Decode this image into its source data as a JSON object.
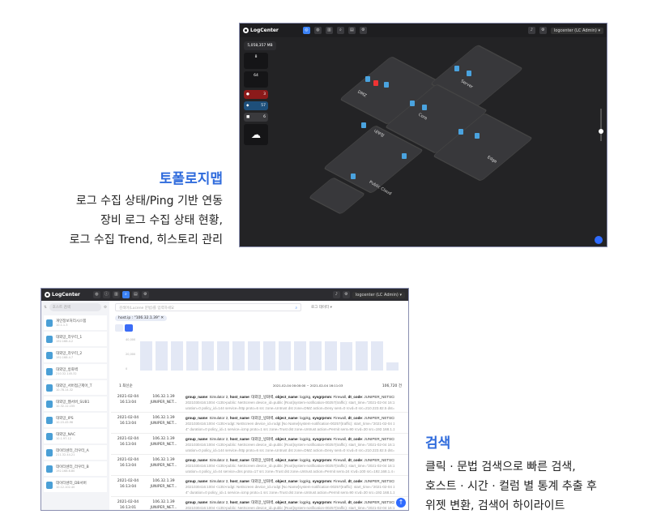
{
  "topology": {
    "title": "토폴로지맵",
    "desc": [
      "로그 수집 상태/Ping 기반 연동",
      "장비 로그 수집 상태 현황,",
      "로그 수집 Trend, 히스토리 관리"
    ],
    "app": {
      "logo": "LogCenter",
      "user": "logcenter (LC Admin)",
      "stat": "5,058,357 MB",
      "card1": "8",
      "card2": "64",
      "red": "3",
      "blue": "57",
      "gray": "6"
    },
    "platforms": [
      "DMZ",
      "Core",
      "내부망",
      "Server",
      "Edge",
      "Public Cloud"
    ]
  },
  "search": {
    "title": "검색",
    "desc": [
      "클릭 · 문법 검색으로 빠른 검색,",
      "호스트 · 시간 · 컬럼 별 통계 추출 후",
      "위젯 변환, 검색어 하이라이트"
    ],
    "app": {
      "logo": "LogCenter",
      "user": "logcenter (LC Admin)",
      "host_search_placeholder": "호스트 검색",
      "search_placeholder": "검색어(Lucene 문법)를 입력하세요",
      "select": "로그 데이터",
      "filter": "host.ip : \"106.32.1.39\"",
      "yticks": [
        "40,000",
        "20,000",
        "0"
      ],
      "bars": [
        0.9,
        0.9,
        0.9,
        0.9,
        0.9,
        0.9,
        0.9,
        0.9,
        0.9,
        0.9,
        0.9,
        0.9,
        0.9,
        0.88,
        0.9,
        0.9,
        0.25
      ],
      "count_label": "1 최신순",
      "range": "2021-02-04 00:00:00 ~ 2021-02-04 16:11:03",
      "total": "106,720 건",
      "hosts": [
        {
          "name": "개인정보처리시스템",
          "ip": "10.1.1.3"
        },
        {
          "name": "대외망_라우터_1",
          "ip": "192.168.4.2"
        },
        {
          "name": "대외망_라우터_2",
          "ip": "192.168.4.7"
        },
        {
          "name": "대외망_방화벽",
          "ip": "210.32.145.32"
        },
        {
          "name": "대외망_서버접근제어_T",
          "ip": "10.78.14.32"
        },
        {
          "name": "대외망_웹서버_SUB1",
          "ip": "10.32.12.155"
        },
        {
          "name": "대외망_IPS",
          "ip": "10.15.45.96"
        },
        {
          "name": "대외망_NAC",
          "ip": "10.1.97.12"
        },
        {
          "name": "데이터센터_라우터_A",
          "ip": "211.32.44.21"
        },
        {
          "name": "데이터센터_라우터_B",
          "ip": "192.168.6.80"
        },
        {
          "name": "데이터센터_DB서버",
          "ip": "10.12.102.40"
        }
      ],
      "rows": [
        {
          "date": "2021-02-04",
          "time": "16:13:04",
          "ip": "106.32.1.39",
          "host": "JUNIPER_NET...",
          "l1": "2021030416:1004 <135>public: NetScreen device_id=public [Root]system-notification-00257(traffic): start_time=\"2021-02-04 16:10:04\" d",
          "l2": "uration=0 policy_id=144 service=http proto=6 src zone=Untrust dst zone=DMZ action=Deny sent=0 rcvd=0 src=210.223.82.5 dst=211.22"
        },
        {
          "date": "2021-02-04",
          "time": "16:13:04",
          "ip": "106.32.1.39",
          "host": "JUNIPER_NET...",
          "l1": "2021030416:1004 <135>rodgt: NetScreen device_id=rodgt [No Name]system-notification-00257(traffic): start_time=\"2021-02-04 16:10:0",
          "l2": "4\" duration=0 policy_id=1 service=icmp proto=1 src zone=Trust dst zone=Untrust action=Permit sent=90 rcvd=30 src=192.168.1.15 dst="
        },
        {
          "date": "2021-02-04",
          "time": "16:13:04",
          "ip": "106.32.1.39",
          "host": "JUNIPER_NET...",
          "l1": "2021030416:1004 <135>public: NetScreen device_id=public [Root]system-notification-00257(traffic): start_time=\"2021-02-04 16:10:04\" d",
          "l2": "uration=0 policy_id=144 service=http proto=6 src zone=Untrust dst zone=DMZ action=Deny sent=0 rcvd=0 src=210.223.82.5 dst=211.22"
        },
        {
          "date": "2021-02-04",
          "time": "16:13:04",
          "ip": "106.32.1.39",
          "host": "JUNIPER_NET...",
          "l1": "2021030416:1004 <135>public: NetScreen device_id=public [Root]system-notification-00257(traffic): start_time=\"2021-02-04 16:10:04\" d",
          "l2": "uration=4 policy_id=44 service=dns proto=17 src zone=Trust dst zone=Untrust action=Permit sent=24 rcvd=100 src=192.168.1.4 dst=10"
        },
        {
          "date": "2021-02-04",
          "time": "16:13:04",
          "ip": "106.32.1.39",
          "host": "JUNIPER_NET...",
          "l1": "2021030416:1004 <135>rodgt: NetScreen device_id=rodgt [No Name]system-notification-00257(traffic): start_time=\"2021-02-04 16:10:0",
          "l2": "4\" duration=0 policy_id=1 service=icmp proto=1 src zone=Trust dst zone=Untrust action=Permit sent=90 rcvd=30 src=192.168.1.15 dst="
        },
        {
          "date": "2021-02-04",
          "time": "16:13:01",
          "ip": "106.32.1.39",
          "host": "JUNIPER_NET...",
          "l1": "2021030416:1004 <135>public: NetScreen device_id=public [Root]system-notification-00257(traffic): start_time=\"2021-02-04 16:10:0",
          "l2": ""
        }
      ],
      "row_prefix": {
        "group": "group_name",
        "group_val": "Simulator 2,",
        "host": "host_name",
        "host_val": "대외망_방화벽,",
        "object": "object_name",
        "object_val": "logpkg,",
        "sysgrp": "sysgrprnm",
        "sysgrp_val": "Firewall,",
        "dt": "dt_code",
        "dt_val": "JUNIPER_NETSCR"
      }
    }
  },
  "colors": {
    "accent": "#2f6bdc",
    "dark_bg": "#232325"
  }
}
